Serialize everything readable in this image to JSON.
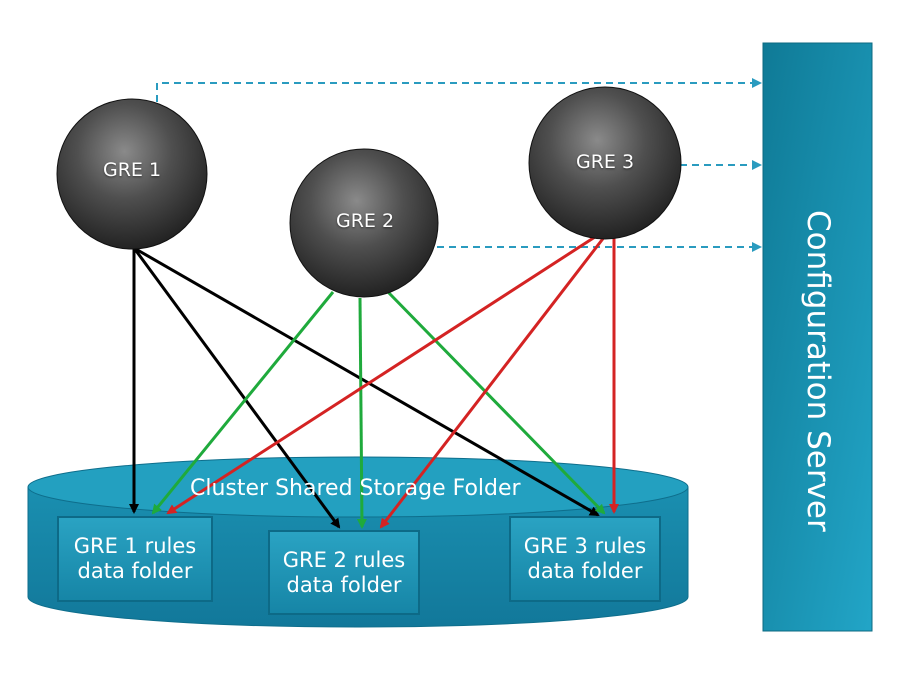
{
  "nodes": [
    {
      "id": "gre1",
      "label": "GRE 1"
    },
    {
      "id": "gre2",
      "label": "GRE 2"
    },
    {
      "id": "gre3",
      "label": "GRE 3"
    }
  ],
  "storage": {
    "title": "Cluster Shared Storage Folder",
    "folders": [
      {
        "line1": "GRE 1 rules",
        "line2": "data folder"
      },
      {
        "line1": "GRE 2 rules",
        "line2": "data folder"
      },
      {
        "line1": "GRE 3 rules",
        "line2": "data folder"
      }
    ]
  },
  "server": {
    "label": "Configuration Server"
  },
  "colors": {
    "gre1_arrows": "#000000",
    "gre2_arrows": "#1faa3c",
    "gre3_arrows": "#d42323",
    "config_links": "#2a9bbf",
    "storage_fill": "#1a8fb0",
    "server_fill": "#1891b0"
  },
  "edges": [
    {
      "from": "gre1",
      "to": "folder1",
      "color": "gre1_arrows"
    },
    {
      "from": "gre1",
      "to": "folder2",
      "color": "gre1_arrows"
    },
    {
      "from": "gre1",
      "to": "folder3",
      "color": "gre1_arrows"
    },
    {
      "from": "gre2",
      "to": "folder1",
      "color": "gre2_arrows"
    },
    {
      "from": "gre2",
      "to": "folder2",
      "color": "gre2_arrows"
    },
    {
      "from": "gre2",
      "to": "folder3",
      "color": "gre2_arrows"
    },
    {
      "from": "gre3",
      "to": "folder1",
      "color": "gre3_arrows"
    },
    {
      "from": "gre3",
      "to": "folder2",
      "color": "gre3_arrows"
    },
    {
      "from": "gre3",
      "to": "folder3",
      "color": "gre3_arrows"
    },
    {
      "from": "gre1",
      "to": "server",
      "style": "dashed",
      "color": "config_links"
    },
    {
      "from": "gre2",
      "to": "server",
      "style": "dashed",
      "color": "config_links"
    },
    {
      "from": "gre3",
      "to": "server",
      "style": "dashed",
      "color": "config_links"
    }
  ]
}
